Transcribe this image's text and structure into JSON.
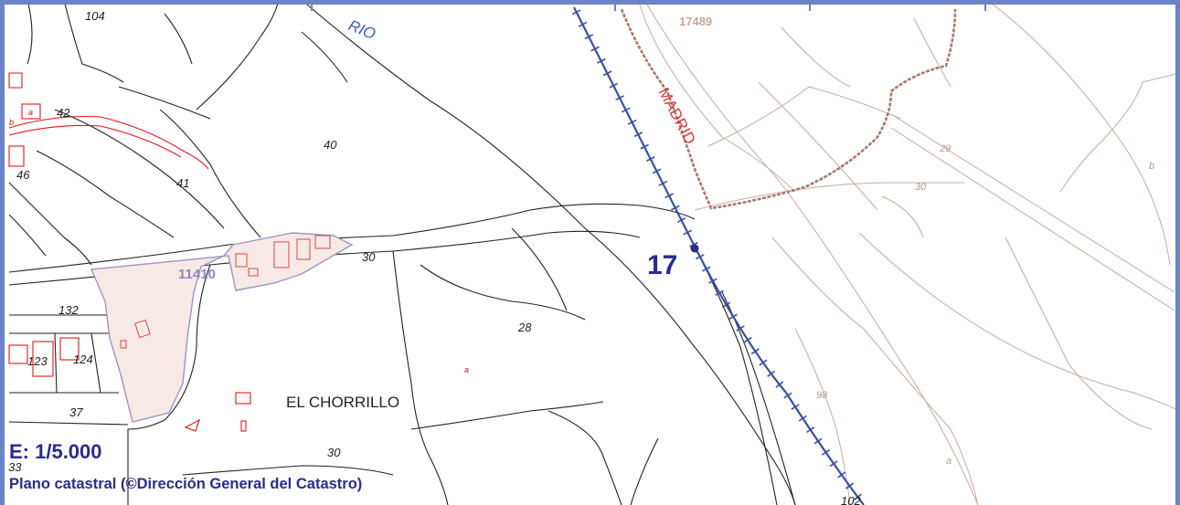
{
  "map": {
    "water_label": "RIO",
    "boundary_label": "MADRID",
    "place_label": "EL CHORRILLO",
    "highlighted_parcel": "11410",
    "point": {
      "label": "17"
    },
    "parcel_labels": [
      "104",
      "42",
      "40",
      "41",
      "46",
      "132",
      "123",
      "124",
      "37",
      "33",
      "30",
      "28",
      "30",
      "17489",
      "29",
      "30",
      "98",
      "102"
    ],
    "subparcel_labels": [
      "a",
      "b",
      "a",
      "a"
    ],
    "scale": "E: 1/5.000",
    "source": "Plano catastral (©Dirección General del Catastro)"
  },
  "colors": {
    "frame": "#6a84c6",
    "railway": "#3a4fa6",
    "boundary": "#a97b70",
    "boundary_label": "#d83a3a",
    "parcel_highlight_fill": "#f6e9e6",
    "parcel_highlight_stroke": "#9e94c4",
    "overlay_text": "#2b2b8c",
    "buildings": "#e01818"
  }
}
